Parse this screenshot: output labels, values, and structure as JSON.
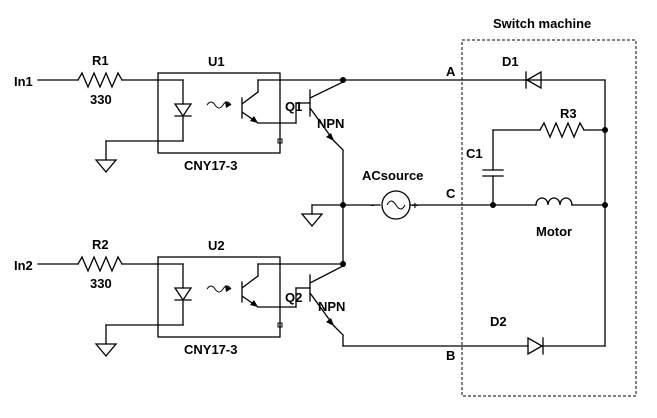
{
  "title": "Switch machine",
  "inputs": {
    "in1": "In1",
    "in2": "In2"
  },
  "resistors": {
    "r1": {
      "name": "R1",
      "value": "330"
    },
    "r2": {
      "name": "R2",
      "value": "330"
    },
    "r3": {
      "name": "R3"
    }
  },
  "optocouplers": {
    "u1": {
      "name": "U1",
      "part": "CNY17-3"
    },
    "u2": {
      "name": "U2",
      "part": "CNY17-3"
    }
  },
  "transistors": {
    "q1": {
      "name": "Q1",
      "type": "NPN"
    },
    "q2": {
      "name": "Q2",
      "type": "NPN"
    }
  },
  "source": {
    "name": "ACsource",
    "plus": "+",
    "minus": "-"
  },
  "diodes": {
    "d1": "D1",
    "d2": "D2"
  },
  "capacitor": "C1",
  "motor": "Motor",
  "nodes": {
    "a": "A",
    "b": "B",
    "c": "C"
  }
}
